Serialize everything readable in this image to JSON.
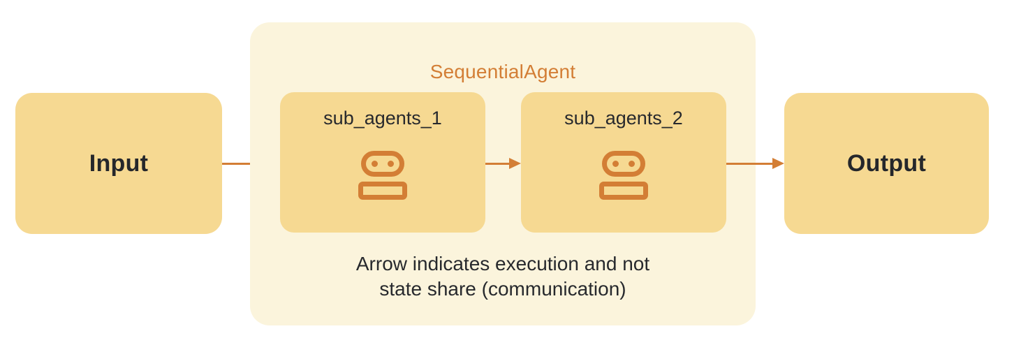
{
  "diagram": {
    "input_label": "Input",
    "output_label": "Output",
    "container": {
      "title": "SequentialAgent",
      "sub_agents": [
        {
          "label": "sub_agents_1",
          "icon": "robot-icon"
        },
        {
          "label": "sub_agents_2",
          "icon": "robot-icon"
        }
      ],
      "caption_line1": "Arrow indicates execution and not",
      "caption_line2": "state share (communication)"
    },
    "colors": {
      "box_fill": "#F6D992",
      "container_fill": "#FBF4DC",
      "accent_orange": "#D37E35",
      "text_dark": "#27292D"
    }
  }
}
